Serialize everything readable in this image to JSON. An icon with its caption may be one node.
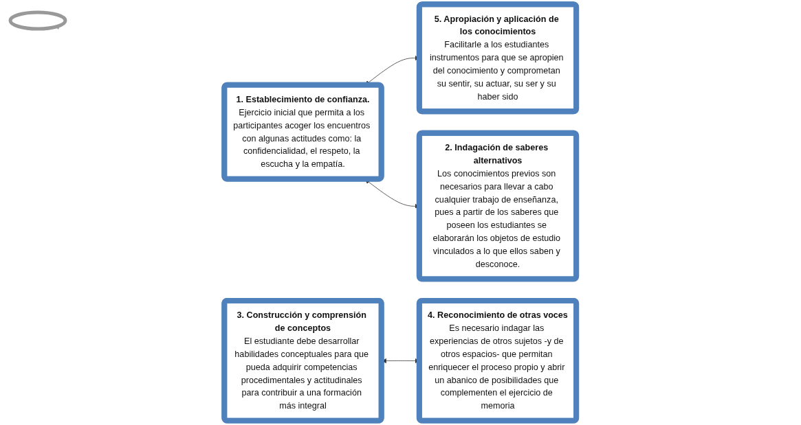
{
  "diagram": {
    "nodes": [
      {
        "text": [
          "1. Establecimiento de confianza.",
          "Ejercicio inicial que permita a los participantes acoger los encuentros con algunas actitudes como: la confidencialidad, el respeto, la escucha y la empatía."
        ]
      },
      {
        "text": [
          "5. Apropiación y aplicación de los conocimientos",
          "Facilitarle a los estudiantes instrumentos para que se apropien del conocimiento y comprometan su sentir, su actuar, su ser y su haber sido"
        ]
      },
      {
        "text": [
          "2. Indagación de saberes alternativos",
          "Los conocimientos previos son necesarios para llevar a cabo cualquier trabajo de enseñanza, pues a partir de los saberes que poseen los estudiantes se elaborarán los objetos de estudio vinculados a lo que ellos saben y desconoce."
        ]
      },
      {
        "text": [
          "3. Construcción y comprensión de conceptos",
          "El estudiante debe desarrollar habilidades conceptuales para que pueda adquirir competencias procedimentales y actitudinales para contribuir a una formación más integral"
        ]
      },
      {
        "text": [
          "4. Reconocimiento de otras voces",
          "Es necesario indagar las experiencias de otros sujetos -y de otros espacios- que permitan enriquecer el proceso propio y abrir un abanico de posibilidades que complementen el ejercicio de memoria"
        ]
      }
    ],
    "edges": [
      {
        "from": 0,
        "to": 1,
        "arrow": "both"
      },
      {
        "from": 0,
        "to": 2,
        "arrow": "both"
      },
      {
        "from": 3,
        "to": 4,
        "arrow": "both"
      }
    ]
  }
}
